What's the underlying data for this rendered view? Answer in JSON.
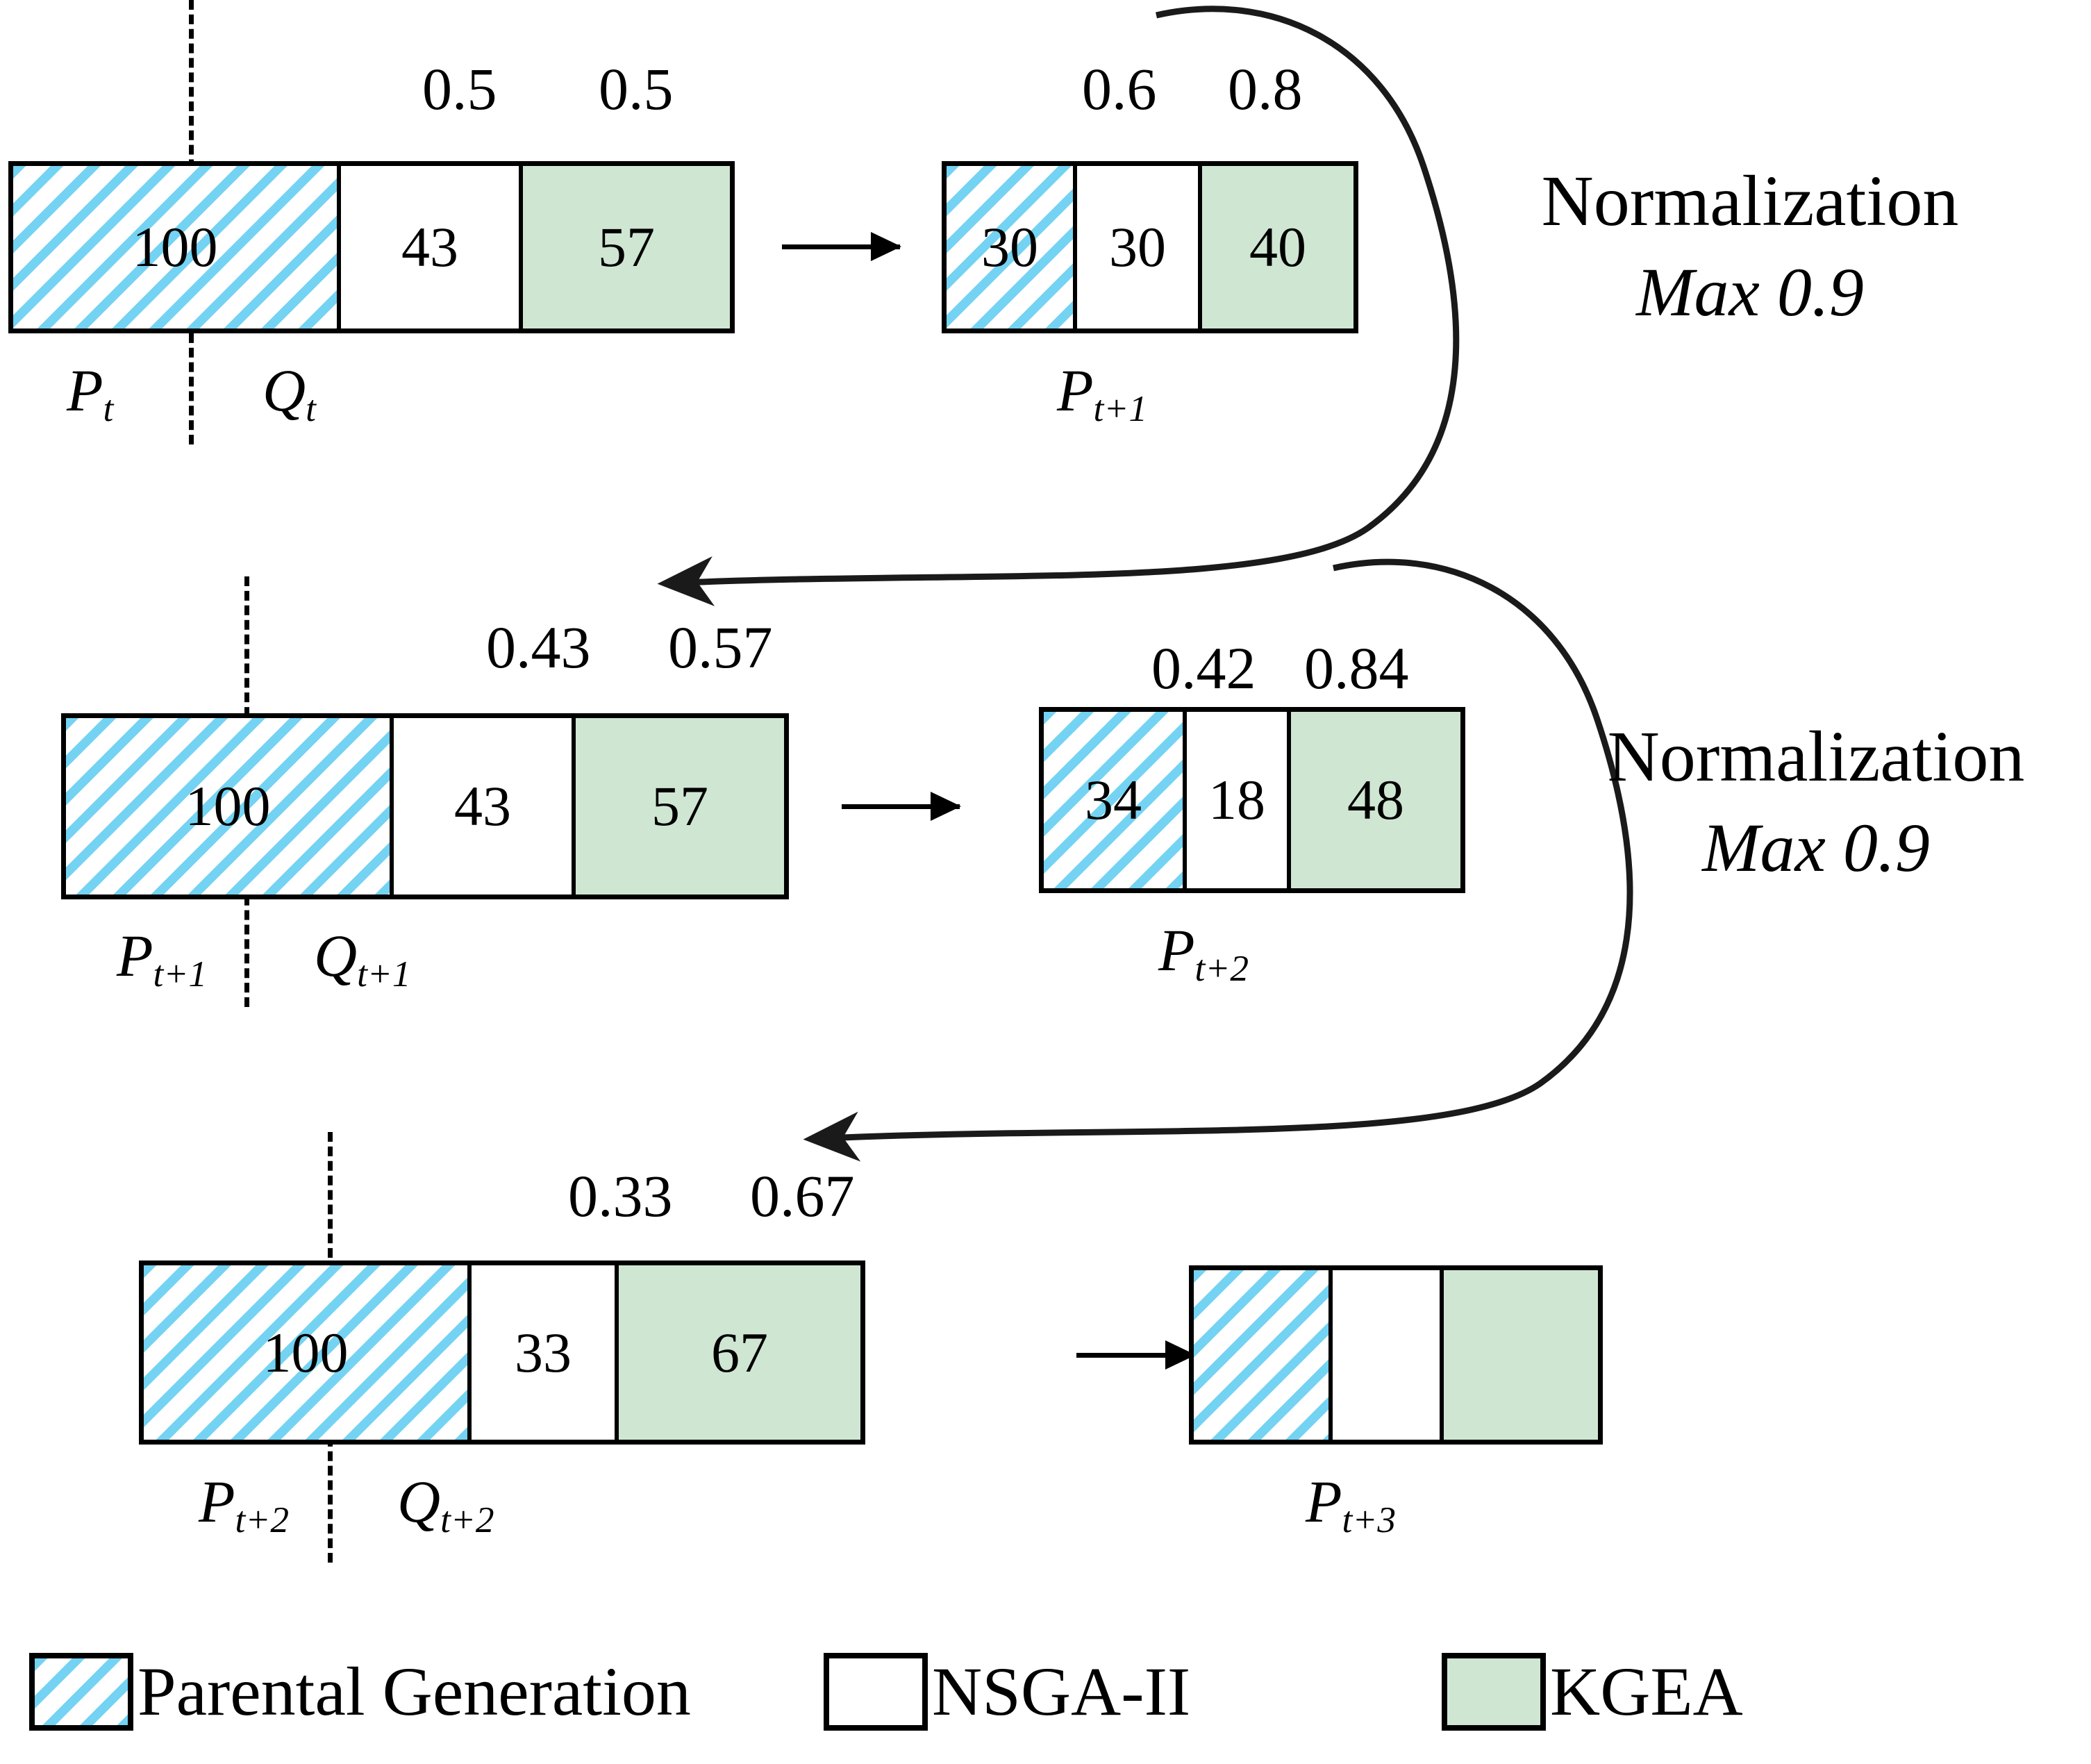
{
  "figure": {
    "type": "diagram",
    "subject": "Knowledge-guided evolutionary algorithm population composition across generations"
  },
  "rows": [
    {
      "id": "row-1",
      "left_block": {
        "name": "P_t + Q_t",
        "top_numbers": [
          "0.5",
          "0.5"
        ],
        "cells": [
          {
            "kind": "parental",
            "value": "100"
          },
          {
            "kind": "nsga",
            "value": "43"
          },
          {
            "kind": "kgea",
            "value": "57"
          }
        ],
        "labels": [
          {
            "base": "P",
            "sub": "t"
          },
          {
            "base": "Q",
            "sub": "t"
          }
        ]
      },
      "right_block": {
        "name": "P_t+1",
        "top_numbers": [
          "0.6",
          "0.8"
        ],
        "cells": [
          {
            "kind": "parental",
            "value": "30"
          },
          {
            "kind": "nsga",
            "value": "30"
          },
          {
            "kind": "kgea",
            "value": "40"
          }
        ],
        "labels": [
          {
            "base": "P",
            "sub": "t+1"
          }
        ]
      },
      "caption": {
        "line1": "Normalization",
        "line2": "Max 0.9"
      }
    },
    {
      "id": "row-2",
      "left_block": {
        "name": "P_t+1 + Q_t+1",
        "top_numbers": [
          "0.43",
          "0.57"
        ],
        "cells": [
          {
            "kind": "parental",
            "value": "100"
          },
          {
            "kind": "nsga",
            "value": "43"
          },
          {
            "kind": "kgea",
            "value": "57"
          }
        ],
        "labels": [
          {
            "base": "P",
            "sub": "t+1"
          },
          {
            "base": "Q",
            "sub": "t+1"
          }
        ]
      },
      "right_block": {
        "name": "P_t+2",
        "top_numbers": [
          "0.42",
          "0.84"
        ],
        "cells": [
          {
            "kind": "parental",
            "value": "34"
          },
          {
            "kind": "nsga",
            "value": "18"
          },
          {
            "kind": "kgea",
            "value": "48"
          }
        ],
        "labels": [
          {
            "base": "P",
            "sub": "t+2"
          }
        ]
      },
      "caption": {
        "line1": "Normalization",
        "line2": "Max 0.9"
      }
    },
    {
      "id": "row-3",
      "left_block": {
        "name": "P_t+2 + Q_t+2",
        "top_numbers": [
          "0.33",
          "0.67"
        ],
        "cells": [
          {
            "kind": "parental",
            "value": "100"
          },
          {
            "kind": "nsga",
            "value": "33"
          },
          {
            "kind": "kgea",
            "value": "67"
          }
        ],
        "labels": [
          {
            "base": "P",
            "sub": "t+2"
          },
          {
            "base": "Q",
            "sub": "t+2"
          }
        ]
      },
      "right_block": {
        "name": "P_t+3",
        "top_numbers": [],
        "cells": [
          {
            "kind": "parental",
            "value": ""
          },
          {
            "kind": "nsga",
            "value": ""
          },
          {
            "kind": "kgea",
            "value": ""
          }
        ],
        "labels": [
          {
            "base": "P",
            "sub": "t+3"
          }
        ]
      },
      "caption": null
    }
  ],
  "legend": {
    "items": [
      {
        "key": "parental",
        "label": "Parental Generation",
        "color": "#74d3f2",
        "pattern": "diagonal-hatch"
      },
      {
        "key": "nsga",
        "label": "NSGA-II",
        "color": "#ffffff",
        "pattern": "solid"
      },
      {
        "key": "kgea",
        "label": "KGEA",
        "color": "#cfe6d3",
        "pattern": "solid"
      }
    ]
  },
  "colors": {
    "hatch_blue": "#74d3f2",
    "kgea_green": "#cfe6d3",
    "outline": "#000000",
    "background": "#ffffff"
  },
  "text": {
    "caption_line1": "Normalization",
    "caption_line2": "Max 0.9"
  }
}
